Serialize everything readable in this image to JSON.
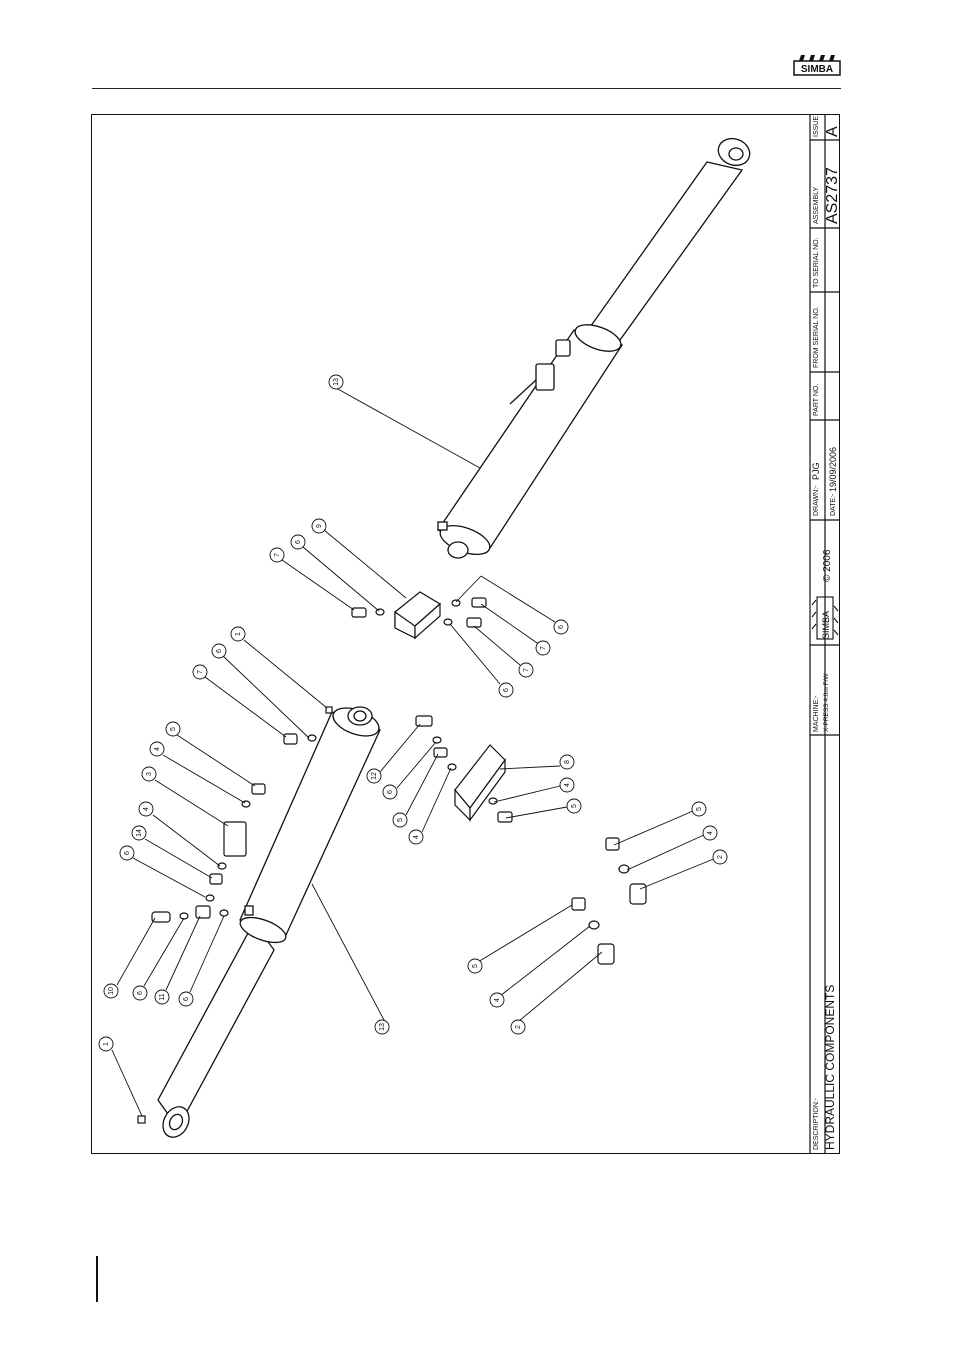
{
  "header": {
    "logo_text": "SIMBA"
  },
  "title_block": {
    "description_label": "DESCRIPTION:-",
    "description": "HYDRAULLIC COMPONENTS",
    "machine_label": "MACHINE:-",
    "machine": "X-PRESS 4.0m F/W",
    "logo_text": "SIMBA",
    "copyright": "© 2006",
    "drawn_label": "DRAWN:-",
    "drawn": "PJG",
    "date_label": "DATE:-",
    "date": "19/09/2006",
    "part_no_label": "PART NO.",
    "part_no": "",
    "from_serial_label": "FROM SERIAL NO.",
    "from_serial": "",
    "to_serial_label": "TO SERIAL NO.",
    "to_serial": "",
    "assembly_label": "ASSEMBLY",
    "assembly": "AS2737",
    "issue_label": "ISSUE",
    "issue": "A"
  },
  "callouts": [
    "1",
    "13",
    "10",
    "6",
    "11",
    "6",
    "6",
    "14",
    "4",
    "3",
    "4",
    "5",
    "7",
    "6",
    "1",
    "12",
    "6",
    "5",
    "4",
    "8",
    "4",
    "5",
    "7",
    "6",
    "9",
    "6",
    "7",
    "7",
    "6",
    "13",
    "5",
    "4",
    "2",
    "5",
    "4",
    "2"
  ]
}
